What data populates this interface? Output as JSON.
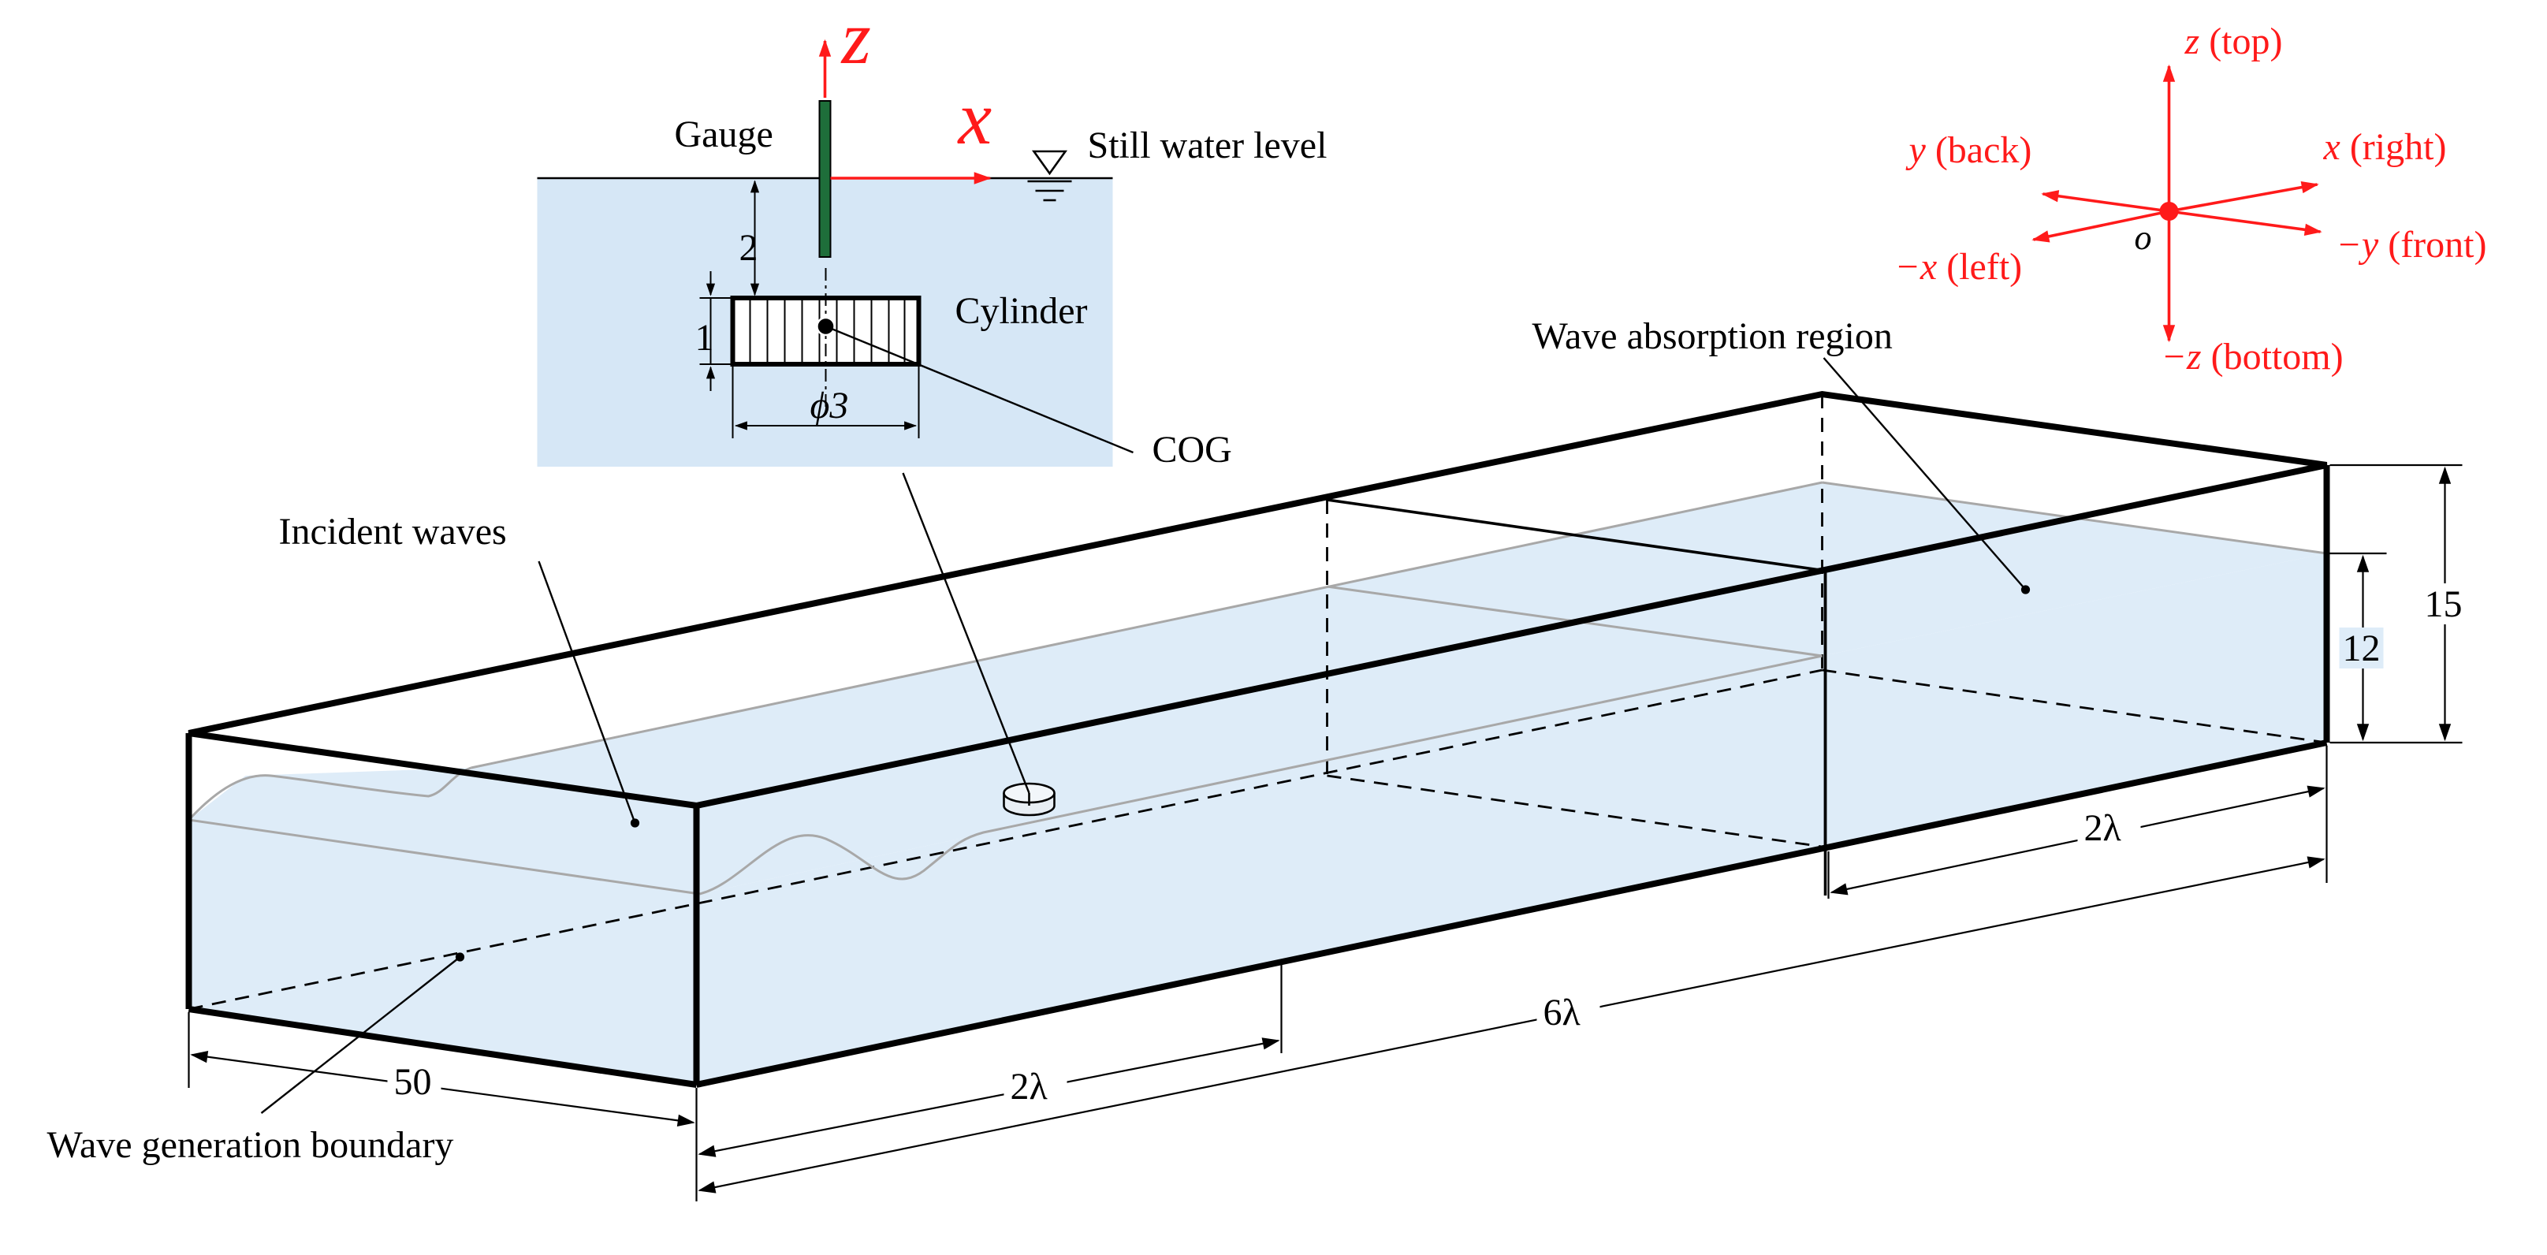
{
  "colors": {
    "water": "#deecf8",
    "inset_water": "#d6e7f6",
    "axis_red": "#ff1a1a",
    "gauge_green": "#1e6e3a",
    "outline": "#000000",
    "surface_line": "#a8a8a8"
  },
  "inset": {
    "gauge_label": "Gauge",
    "still_water_label": "Still water level",
    "cylinder_label": "Cylinder",
    "cog_label": "COG",
    "axis_x": "x",
    "axis_z": "z",
    "dim_depth": "2",
    "dim_height": "1",
    "dim_diameter": "ϕ3"
  },
  "axes_legend": {
    "z_top": {
      "axis": "z",
      "dir": " (top)"
    },
    "z_bottom": {
      "axis": "−z",
      "dir": " (bottom)"
    },
    "x_right": {
      "axis": "x",
      "dir": " (right)"
    },
    "x_left": {
      "axis": "−x",
      "dir": " (left)"
    },
    "y_back": {
      "axis": "y",
      "dir": " (back)"
    },
    "y_front": {
      "axis": "−y",
      "dir": " (front)"
    },
    "origin": "o"
  },
  "tank": {
    "incident_waves": "Incident waves",
    "wave_absorption": "Wave absorption region",
    "wave_generation": "Wave generation boundary",
    "dim_height_total": "15",
    "dim_water_depth": "12",
    "dim_width": "50",
    "dim_2lambda_mid": "2λ",
    "dim_6lambda": "6λ",
    "dim_2lambda_right": "2λ"
  }
}
